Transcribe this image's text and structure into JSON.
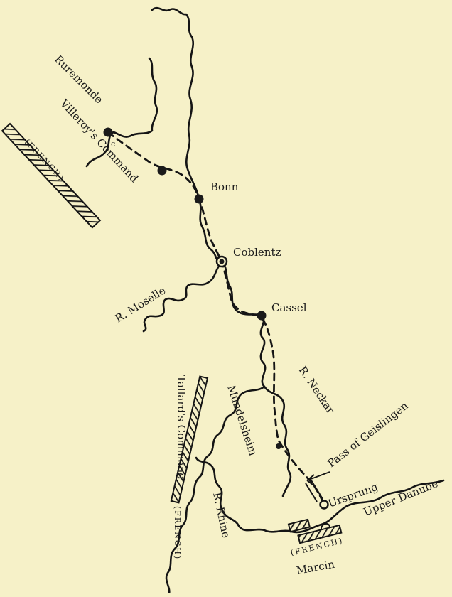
{
  "map": {
    "colors": {
      "paper": "#f6f1c8",
      "ink": "#151515"
    },
    "towns": {
      "ruremonde": "Ruremonde",
      "bonn": "Bonn",
      "coblentz": "Coblentz",
      "cassel": "Cassel",
      "mundelsheim": "Mundelsheim",
      "ursprung": "Ursprung"
    },
    "route_marker": "c",
    "rivers": {
      "moselle": "R. Moselle",
      "neckar": "R. Neckar",
      "rhine": "R. Rhine",
      "danube": "Upper Danube"
    },
    "places": {
      "pass": "Pass of Geislingen"
    },
    "commands": {
      "villeroy": "Villeroy's Command",
      "villeroy_nation": "(FRENCH)",
      "tallard": "Tallard's Command",
      "tallard_nation": "(FRENCH)",
      "marcin": "Marcin",
      "marcin_nation": "(FRENCH)"
    }
  }
}
